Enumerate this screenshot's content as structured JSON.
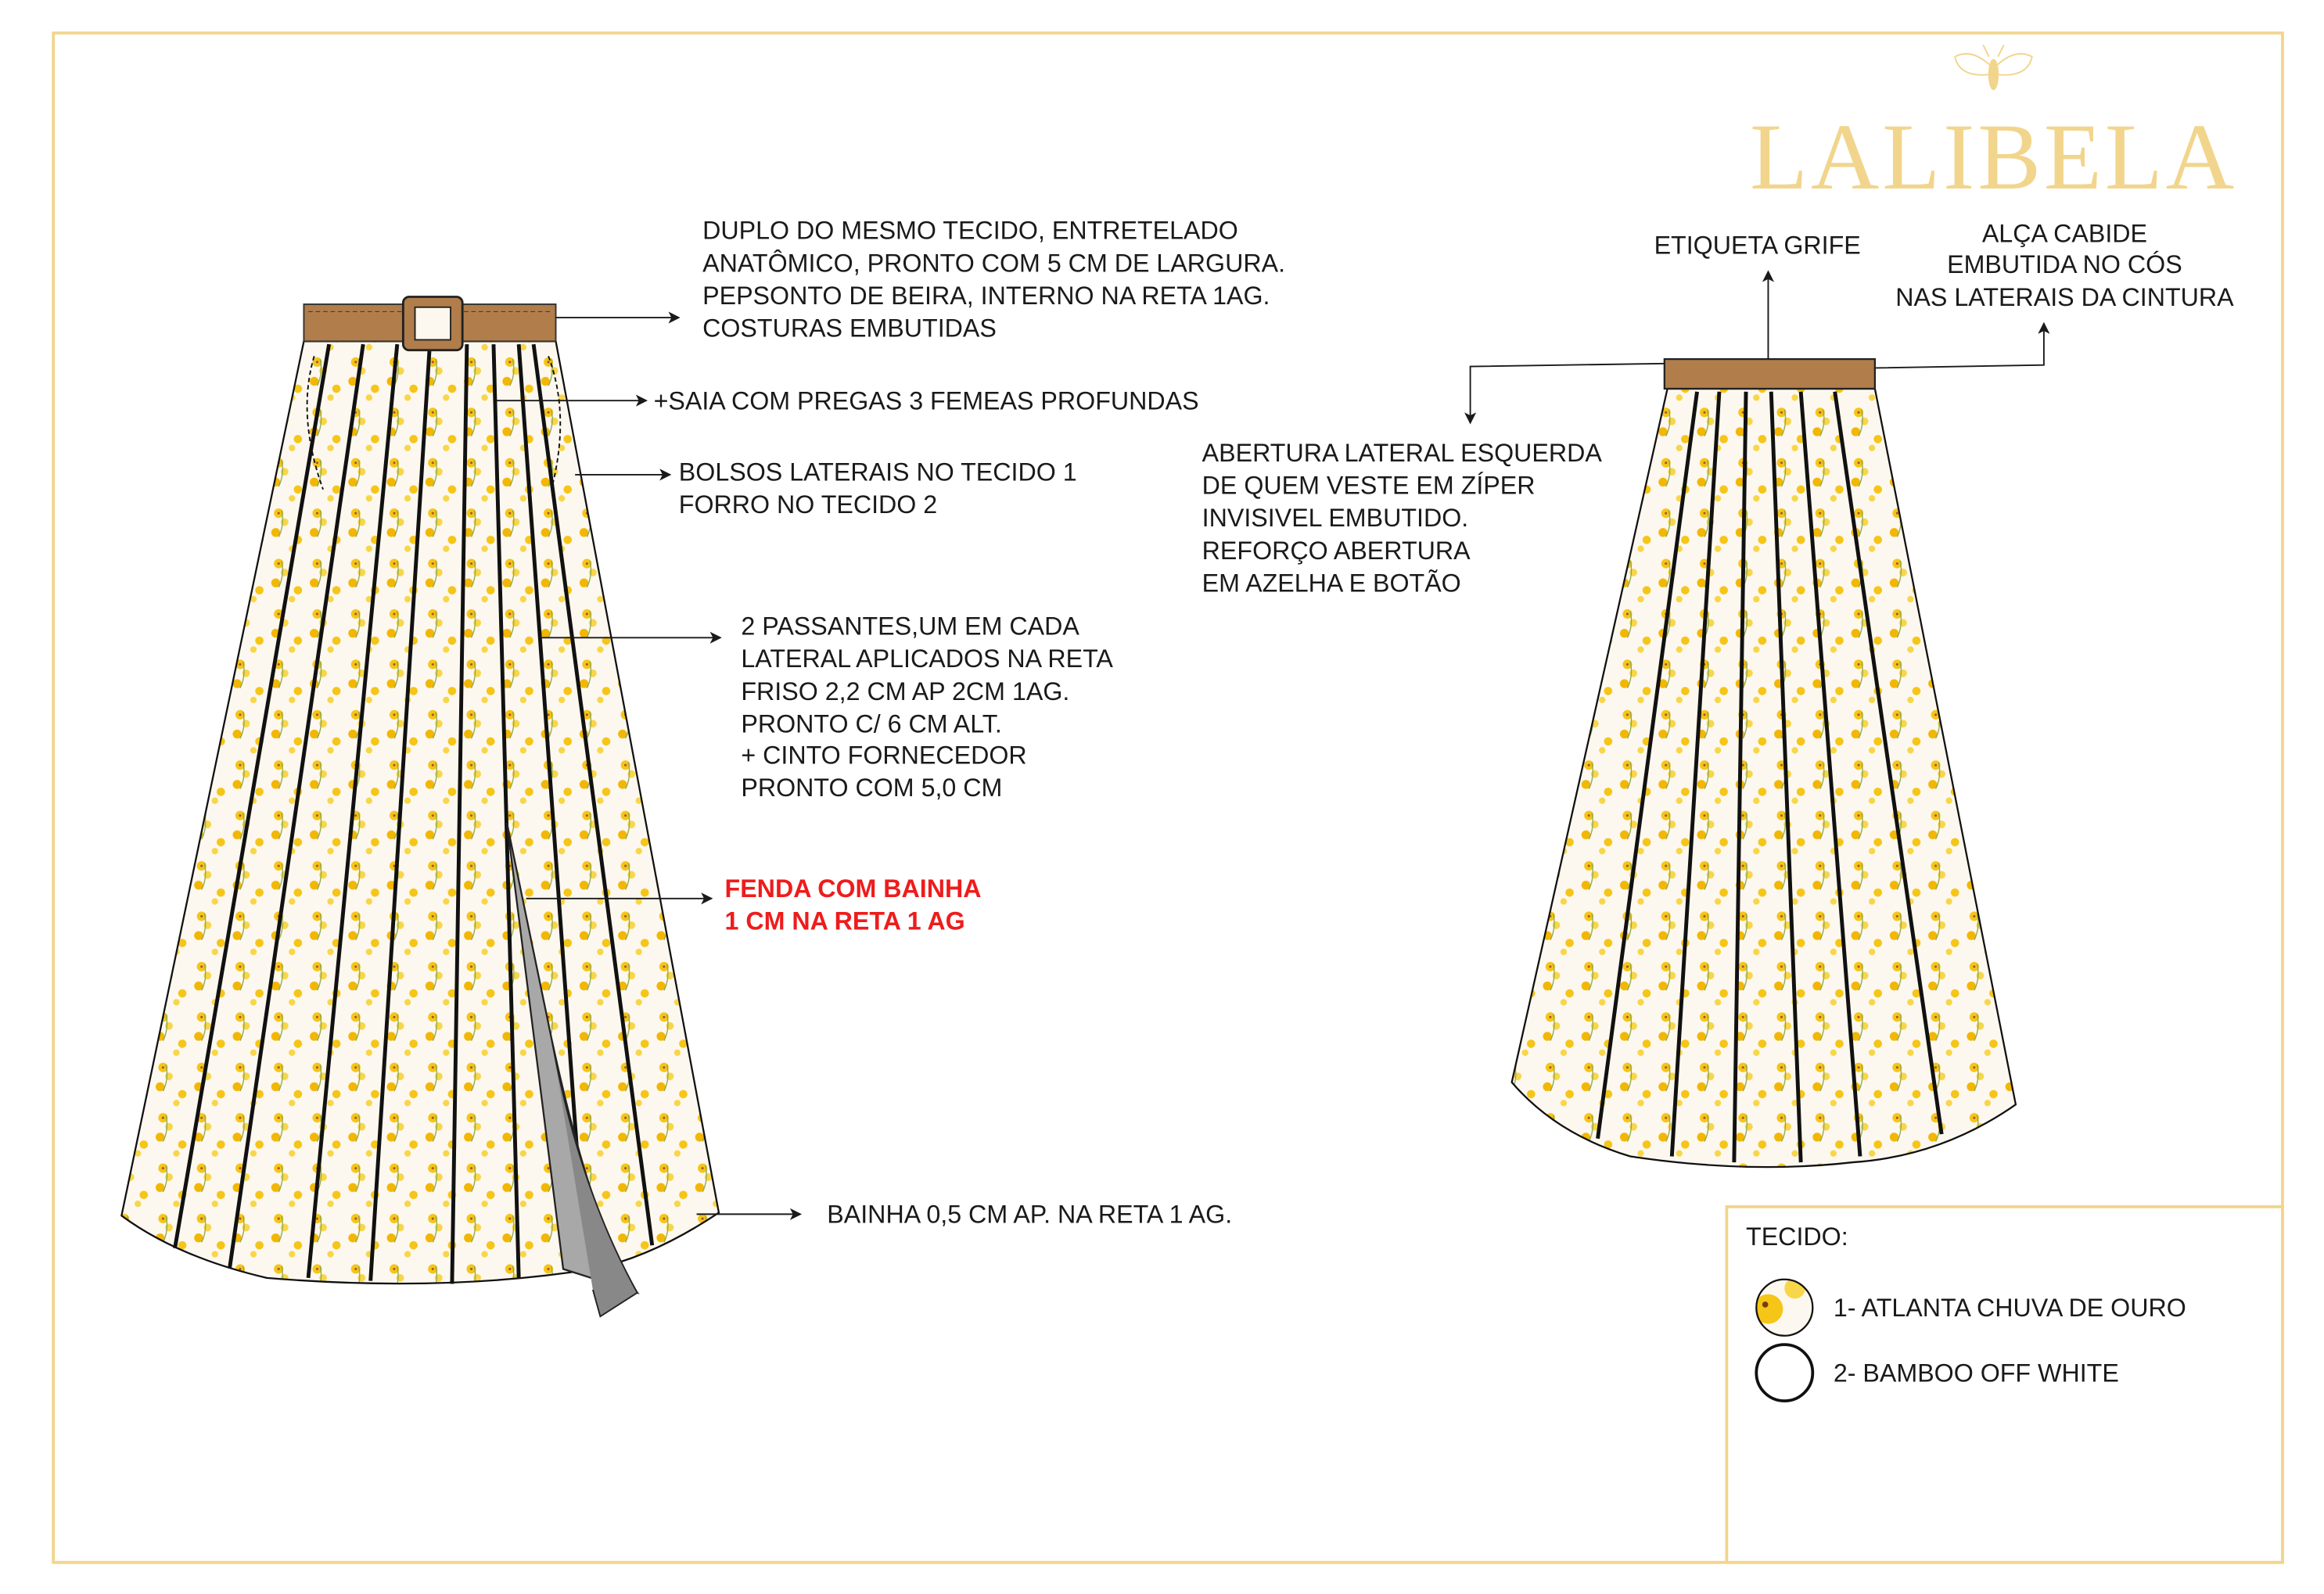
{
  "brand": {
    "name": "LALIBELA",
    "icon": "bee-icon",
    "color": "#f2d58c"
  },
  "front_notes": {
    "waistband": [
      "DUPLO DO MESMO TECIDO, ENTRETELADO",
      "ANATÔMICO, PRONTO COM 5 CM DE LARGURA.",
      "PEPSONTO DE BEIRA, INTERNO NA RETA 1AG.",
      "COSTURAS EMBUTIDAS"
    ],
    "pleats": "+SAIA COM PREGAS 3 FEMEAS PROFUNDAS",
    "pockets": [
      "BOLSOS LATERAIS NO TECIDO 1",
      "FORRO NO TECIDO 2"
    ],
    "loops": [
      "2 PASSANTES,UM EM CADA",
      "LATERAL APLICADOS NA RETA",
      "FRISO 2,2 CM AP 2CM 1AG.",
      "PRONTO C/ 6 CM ALT.",
      "+ CINTO FORNECEDOR",
      "PRONTO COM 5,0 CM"
    ],
    "slit": [
      "FENDA COM BAINHA",
      "1 CM NA RETA 1 AG"
    ],
    "hem": "BAINHA 0,5 CM AP. NA RETA 1 AG."
  },
  "back_notes": {
    "label": "ETIQUETA GRIFE",
    "hanger_loop": [
      "ALÇA CABIDE",
      "EMBUTIDA NO CÓS",
      "NAS LATERAIS DA CINTURA"
    ],
    "opening": [
      "ABERTURA LATERAL ESQUERDA",
      "DE QUEM VESTE EM ZÍPER",
      "INVISIVEL EMBUTIDO.",
      "REFORÇO ABERTURA",
      "EM AZELHA E BOTÃO"
    ]
  },
  "fabric_legend": {
    "title": "TECIDO:",
    "items": [
      {
        "label": "1- ATLANTA CHUVA DE OURO",
        "swatch": "floral-yellow"
      },
      {
        "label": "2- BAMBOO OFF WHITE",
        "swatch": "plain-white"
      }
    ]
  },
  "colors": {
    "frame": "#f2d58c",
    "belt": "#b07d4b",
    "slit_note": "#ee1c1c",
    "flower": "#f5c518",
    "fabric_bg": "#fdf8ef"
  }
}
